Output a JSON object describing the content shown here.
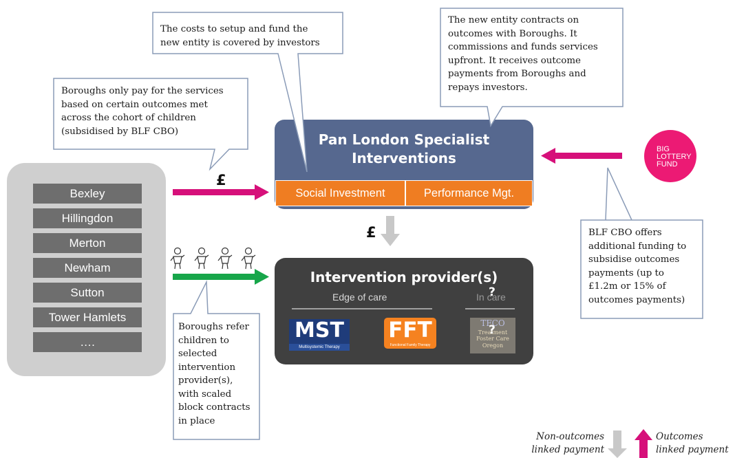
{
  "callouts": {
    "investors": "The costs to setup and fund the\nnew entity is covered by investors",
    "entity": "The new entity contracts on\noutcomes with Boroughs. It\ncommissions and funds services\nupfront. It receives outcome\npayments from Boroughs and\nrepays investors.",
    "boroughs_pay": "Boroughs only pay for the services\nbased on certain outcomes met\nacross the cohort of children\n(subsidised by BLF CBO)",
    "blf": "BLF CBO offers\nadditional funding to\nsubsidise outcomes\npayments (up to\n£1.2m or 15% of\noutcomes payments)",
    "refer": "Boroughs refer\nchildren to\nselected\nintervention\nprovider(s),\nwith scaled\nblock contracts\nin place"
  },
  "boroughs": [
    "Bexley",
    "Hillingdon",
    "Merton",
    "Newham",
    "Sutton",
    "Tower Hamlets",
    "…."
  ],
  "pan_london": {
    "title": "Pan London Specialist\nInterventions",
    "tab_left": "Social Investment",
    "tab_right": "Performance Mgt."
  },
  "provider": {
    "title": "Intervention provider(s)",
    "edge_label": "Edge of care",
    "in_care_label": "In care",
    "question_top": "?",
    "question_bottom": "?",
    "mst_logo": "MST",
    "mst_sub": "Multisystemic Therapy",
    "fft_logo": "FFT",
    "fft_sub": "Functional Family Therapy",
    "tfco_logo": "TFCO",
    "tfco_sub_1": "Treatment",
    "tfco_sub_2": "Foster Care",
    "tfco_sub_3": "Oregon"
  },
  "currency": {
    "pound_left": "£",
    "pound_down": "£"
  },
  "blf_logo": {
    "line1": "BIG",
    "line2": "LOTTERY",
    "line3": "FUND"
  },
  "legend": {
    "non_outcomes": "Non-outcomes\nlinked payment",
    "outcomes": "Outcomes\nlinked payment"
  },
  "colors": {
    "pan_london_bg": "#56688f",
    "orange": "#ef7d22",
    "provider_bg": "#404040",
    "borough_panel": "#cfcfcf",
    "borough_item": "#6e6e6e",
    "magenta": "#d6107a",
    "green": "#17a64a",
    "grey_arrow": "#c8c8c8",
    "callout_border": "#8a9bb7",
    "blf_pink": "#ec1a74",
    "mst_navy": "#1f3c7a"
  },
  "icons": [
    "child-figure-icon",
    "pound-icon",
    "up-arrow-icon",
    "down-arrow-icon"
  ]
}
